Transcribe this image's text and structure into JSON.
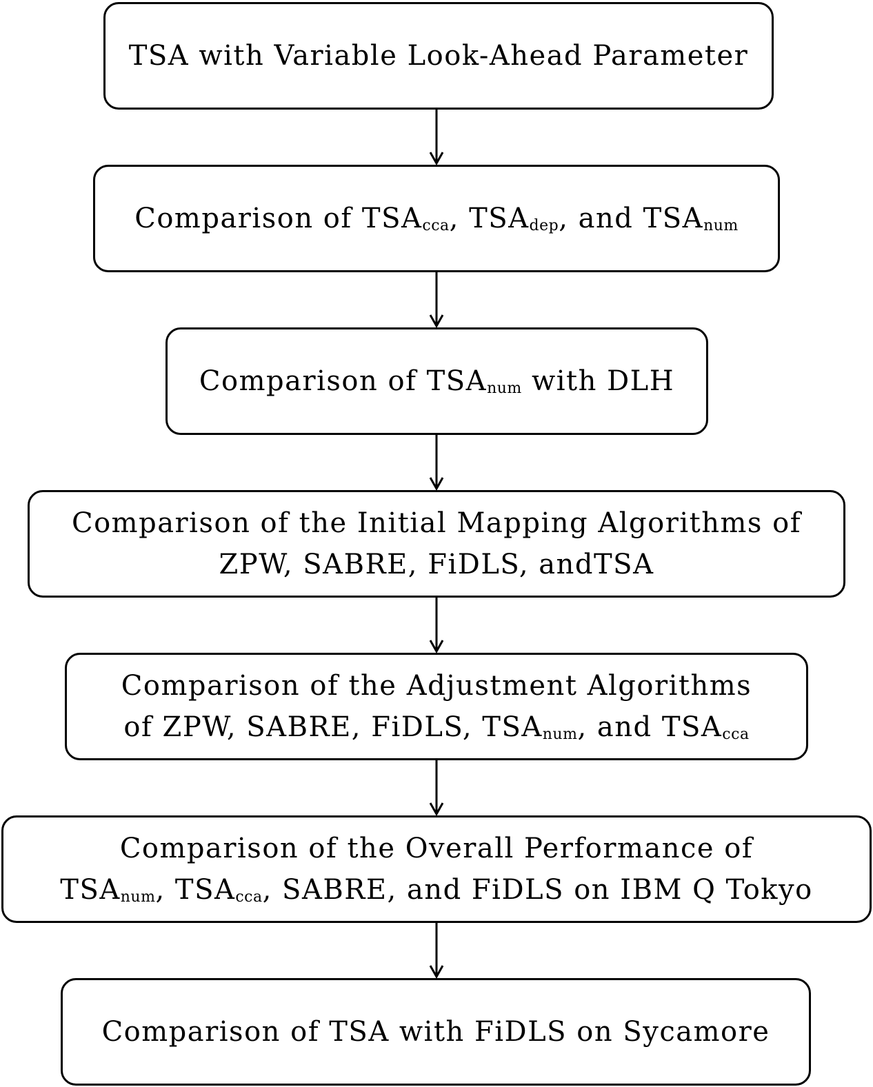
{
  "boxes": [
    {
      "lines": [
        [
          {
            "t": "TSA with Variable Look-Ahead Parameter"
          }
        ]
      ]
    },
    {
      "lines": [
        [
          {
            "t": "Comparison of TSA"
          },
          {
            "s": "cca"
          },
          {
            "t": ", TSA"
          },
          {
            "s": "dep"
          },
          {
            "t": ", and TSA"
          },
          {
            "s": "num"
          }
        ]
      ]
    },
    {
      "lines": [
        [
          {
            "t": "Comparison of TSA"
          },
          {
            "s": "num"
          },
          {
            "t": " with DLH"
          }
        ]
      ]
    },
    {
      "lines": [
        [
          {
            "t": "Comparison of the Initial Mapping Algorithms of"
          }
        ],
        [
          {
            "t": "ZPW, SABRE, FiDLS, andTSA"
          }
        ]
      ]
    },
    {
      "lines": [
        [
          {
            "t": "Comparison of the Adjustment Algorithms"
          }
        ],
        [
          {
            "t": "of ZPW, SABRE, FiDLS, TSA"
          },
          {
            "s": "num"
          },
          {
            "t": ", and TSA"
          },
          {
            "s": "cca"
          }
        ]
      ]
    },
    {
      "lines": [
        [
          {
            "t": "Comparison of the Overall Performance of"
          }
        ],
        [
          {
            "t": "TSA"
          },
          {
            "s": "num"
          },
          {
            "t": ", TSA"
          },
          {
            "s": "cca"
          },
          {
            "t": ", SABRE, and FiDLS on IBM Q Tokyo"
          }
        ]
      ]
    },
    {
      "lines": [
        [
          {
            "t": "Comparison of TSA with FiDLS on Sycamore"
          }
        ]
      ]
    }
  ]
}
